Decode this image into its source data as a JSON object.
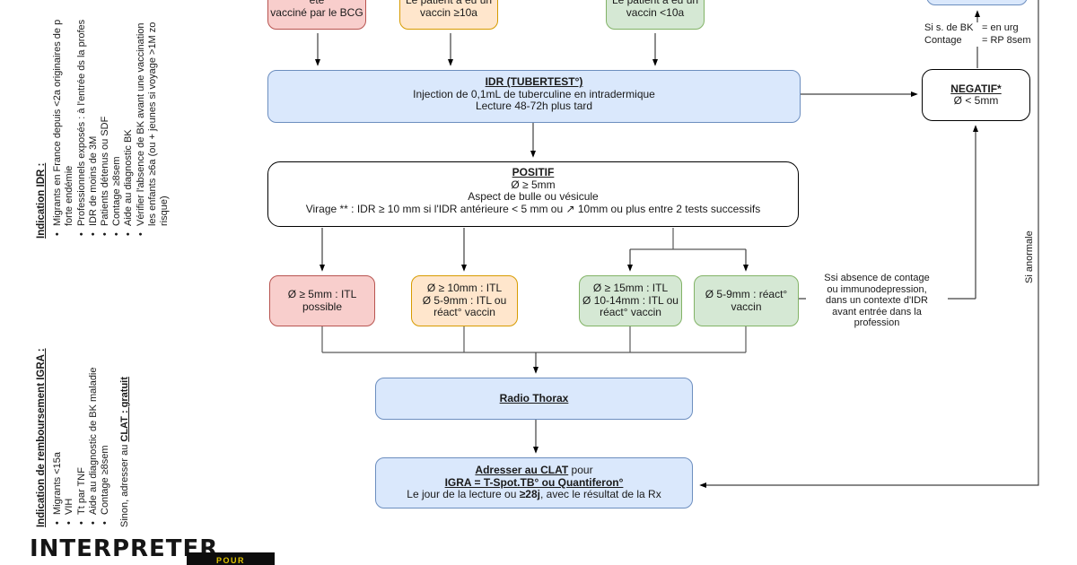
{
  "colors": {
    "pink_fill": "#f8cecc",
    "pink_stroke": "#b85450",
    "orange_fill": "#ffe6cc",
    "orange_stroke": "#d79b00",
    "green_fill": "#d5e8d4",
    "green_stroke": "#82b366",
    "blue_fill": "#dae8fc",
    "blue_stroke": "#6c8ebf",
    "text": "#1a1a1a",
    "badge_bg": "#0d0d0d",
    "badge_text": "#e0c300"
  },
  "left_panel": {
    "indication_idr": {
      "heading": "Indication IDR :",
      "item1_l1": "Migrants en France depuis <2a originaires de p",
      "item1_l2": "forte endémie",
      "item2": "Professionnels exposés : à l'entrée ds la profes",
      "item3": "IDR de moins de 3M",
      "item4": "Patients détenus ou SDF",
      "item5": "Contage ≥8sem",
      "item6": "Aide au diagnostic BK",
      "item7_l1": "Vérifier l'absence de BK avant une vaccination",
      "item7_l2": "les enfants ≥6a (ou + jeunes si voyage >1M zo",
      "item7_l3": "risque)"
    },
    "indication_igra": {
      "heading": "Indication de remboursement IGRA :",
      "item1": "Migrants <15a",
      "item2": "VIH",
      "item3": "Tt par TNF",
      "item4": "Aide au diagnostic de BK maladie",
      "item5": "Contage ≥8sem",
      "footer_prefix": "Sinon, adresser au ",
      "footer_strong": "CLAT : gratuit"
    }
  },
  "fc": {
    "bcg_none_l1": "Le patient n'a pas été",
    "bcg_none_l2": "vacciné par le BCG",
    "bcg_old_l1": "Le patient a eu un",
    "bcg_old_l2": "vaccin ≥10a",
    "bcg_recent_l1": "Le patient a eu un",
    "bcg_recent_l2": "vaccin <10a",
    "idr_title": "IDR (TUBERTEST°)",
    "idr_l1": "Injection de 0,1mL de tuberculine en intradermique",
    "idr_l2": "Lecture 48-72h plus tard",
    "positif_title": "POSITIF",
    "positif_l1": "Ø ≥ 5mm",
    "positif_l2": "Aspect de bulle ou vésicule",
    "positif_l3": "Virage ** : IDR ≥ 10 mm si l'IDR antérieure < 5 mm ou ↗ 10mm ou plus entre 2 tests successifs",
    "negatif_title": "NEGATIF*",
    "negatif_l1": "Ø < 5mm",
    "negatif_note_r1c1": "Si s. de BK",
    "negatif_note_r1c2": "= en urg",
    "negatif_note_r2c1": "Contage",
    "negatif_note_r2c2": "= RP 8sem",
    "r1_l1": "Ø ≥ 5mm : ITL",
    "r1_l2": "possible",
    "r2_l1": "Ø ≥ 10mm : ITL",
    "r2_l2": "Ø 5-9mm : ITL ou",
    "r2_l3": "réact° vaccin",
    "r3_l1": "Ø ≥ 15mm : ITL",
    "r3_l2": "Ø 10-14mm : ITL ou",
    "r3_l3": "réact° vaccin",
    "r4_l1": "Ø 5-9mm : réact°",
    "r4_l2": "vaccin",
    "ssi_l1": "Ssi absence de contage",
    "ssi_l2": "ou immunodepression,",
    "ssi_l3": "dans un contexte d'IDR",
    "ssi_l4": "avant entrée dans la",
    "ssi_l5": "profession",
    "si_anormale": "Si anormale",
    "radio_title": "Radio Thorax",
    "clat_l1_strong": "Adresser au CLAT",
    "clat_l1_rest": " pour",
    "clat_l2": "IGRA = T-Spot.TB° ou Quantiferon°",
    "clat_l3_pre": "Le jour de la lecture ou ",
    "clat_l3_strong": "≥28j",
    "clat_l3_post": ", avec le résultat de la Rx"
  },
  "logo": {
    "title": "INTERPRETER",
    "badge": "POUR"
  }
}
